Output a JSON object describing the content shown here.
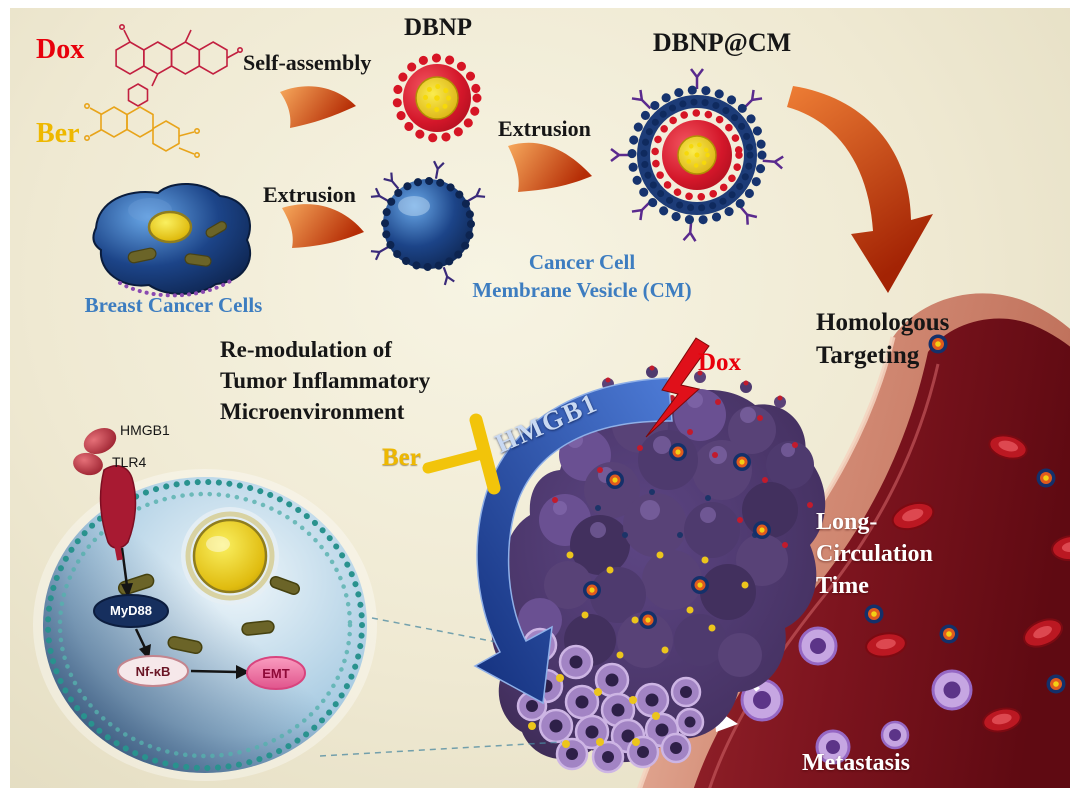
{
  "colors": {
    "background": "#efe9d2",
    "dox_red": "#e8000b",
    "ber_gold": "#eeb800",
    "membrane_blue_text": "#3d7dc0",
    "black_text": "#161616",
    "orange_arrow": "#d35410",
    "nanoparticle_navy": "#1d3c78",
    "nanoparticle_red": "#d4172a",
    "nanoparticle_core_yellow": "#e6bf10",
    "hmgb1_arrow_blue": "#2a55b0",
    "vessel_wall_pink": "#d28a74",
    "vessel_lumen_red": "#7c141e",
    "tumor_purple": "#4a3568",
    "emt_pink": "#ef6fa2",
    "white_text": "#ffffff"
  },
  "synthesis": {
    "dox": "Dox",
    "ber": "Ber",
    "self_assembly": "Self-assembly",
    "dbnp": "DBNP",
    "extrusion": "Extrusion",
    "dbnp_cm": "DBNP@CM",
    "breast_cancer_cells": "Breast Cancer Cells",
    "cm_line1": "Cancer Cell",
    "cm_line2": "Membrane Vesicle (CM)"
  },
  "mechanism": {
    "remodulation_line1": "Re-modulation of",
    "remodulation_line2": "Tumor Inflammatory",
    "remodulation_line3": "Microenvironment",
    "hmgb1_receptor": "HMGB1",
    "tlr4": "TLR4",
    "myd88": "MyD88",
    "nfkb": "Nf-κB",
    "emt": "EMT",
    "hmgb1_arrow": "HMGB1",
    "ber_inhibitor": "Ber",
    "dox_release": "Dox"
  },
  "vessel": {
    "homologous_line1": "Homologous",
    "homologous_line2": "Targeting",
    "long_line1": "Long-",
    "long_line2": "Circulation",
    "long_line3": "Time",
    "metastasis": "Metastasis"
  }
}
